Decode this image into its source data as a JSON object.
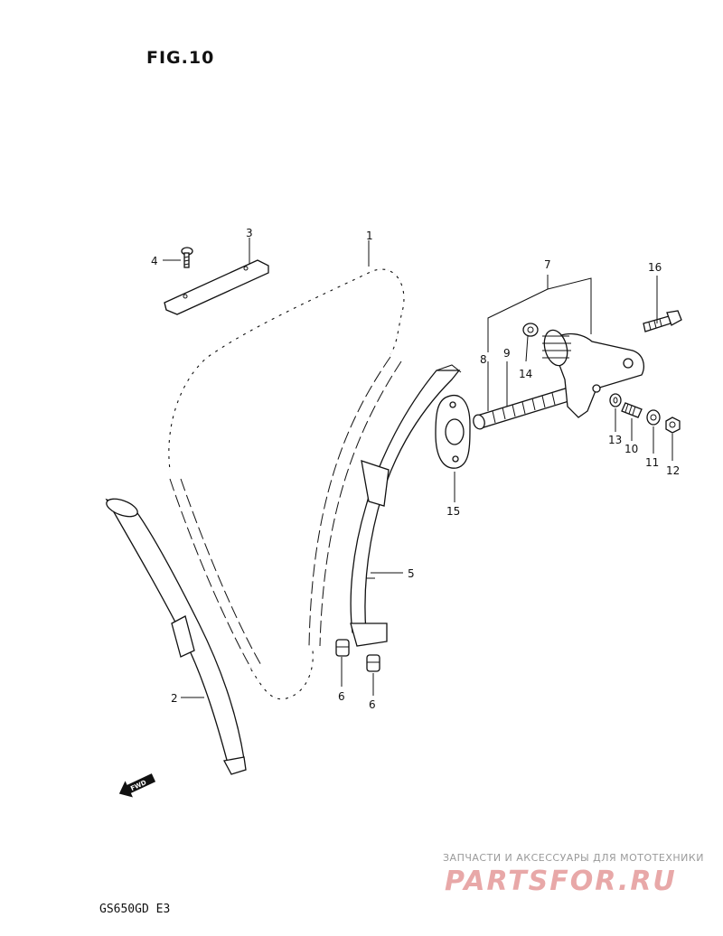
{
  "figure": {
    "title": "FIG.10",
    "model_code": "GS650GD  E3"
  },
  "callouts": [
    {
      "id": "1",
      "label": "1"
    },
    {
      "id": "2",
      "label": "2"
    },
    {
      "id": "3",
      "label": "3"
    },
    {
      "id": "4",
      "label": "4"
    },
    {
      "id": "5",
      "label": "5"
    },
    {
      "id": "6a",
      "label": "6"
    },
    {
      "id": "6b",
      "label": "6"
    },
    {
      "id": "7",
      "label": "7"
    },
    {
      "id": "8",
      "label": "8"
    },
    {
      "id": "9",
      "label": "9"
    },
    {
      "id": "10",
      "label": "10"
    },
    {
      "id": "11",
      "label": "11"
    },
    {
      "id": "12",
      "label": "12"
    },
    {
      "id": "13",
      "label": "13"
    },
    {
      "id": "14",
      "label": "14"
    },
    {
      "id": "15",
      "label": "15"
    },
    {
      "id": "16",
      "label": "16"
    }
  ],
  "fwd_arrow": {
    "label": "FWD"
  },
  "watermark": {
    "tagline": "ЗАПЧАСТИ И АКСЕССУАРЫ ДЛЯ МОТОТЕХНИКИ",
    "brand": "PARTSFOR.RU",
    "color": "#e8a8a8"
  }
}
